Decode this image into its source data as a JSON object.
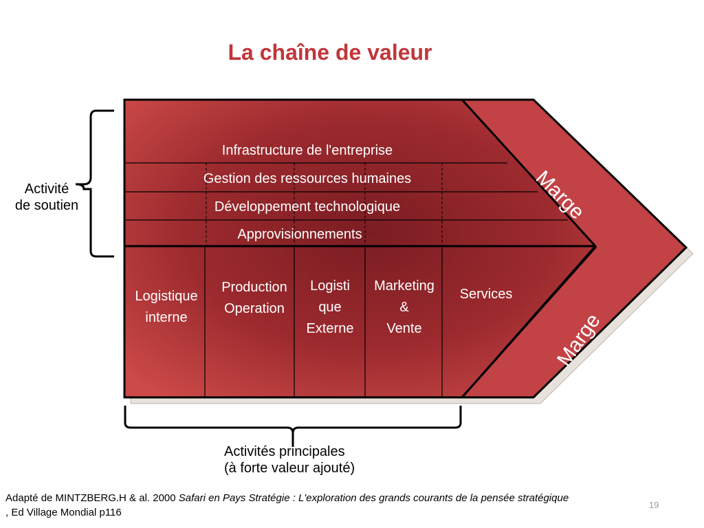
{
  "title": "La chaîne de valeur",
  "support_activities": {
    "label_line1": "Activité",
    "label_line2": "de soutien",
    "rows": [
      "Infrastructure de l'entreprise",
      "Gestion des ressources humaines",
      "Développement technologique",
      "Approvisionnements"
    ]
  },
  "primary_activities": {
    "label_line1": "Activités principales",
    "label_line2": "(à forte valeur ajouté)",
    "columns": [
      {
        "lines": [
          "Logistique",
          "interne"
        ]
      },
      {
        "lines": [
          "Production",
          "Operation"
        ]
      },
      {
        "lines": [
          "Logisti",
          "que",
          "Externe"
        ]
      },
      {
        "lines": [
          "Marketing",
          "&",
          "Vente"
        ]
      },
      {
        "lines": [
          "Services"
        ]
      }
    ]
  },
  "margin_top": "Marge",
  "margin_bottom": "Marge",
  "footer": {
    "prefix": "Adapté de MINTZBERG.H & al. 2000 ",
    "italic_title": "Safari en Pays Stratégie : L'exploration des grands courants de la pensée stratégique",
    "suffix": " , Ed Village Mondial p116"
  },
  "slide_number": "19",
  "colors": {
    "title": "#c0363a",
    "chain_fill": "#a12b2e",
    "chain_dark": "#7d1f22",
    "outline": "#000000"
  }
}
